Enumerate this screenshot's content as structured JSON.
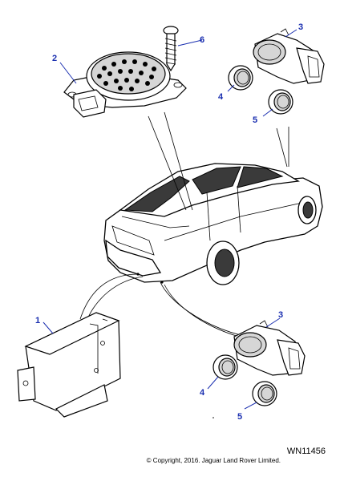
{
  "diagram": {
    "callouts": {
      "c1": "1",
      "c2": "2",
      "c3a": "3",
      "c3b": "3",
      "c4a": "4",
      "c4b": "4",
      "c5a": "5",
      "c5b": "5",
      "c6": "6"
    },
    "colors": {
      "callout": "#1a2fb0",
      "line": "#000000",
      "shade": "#d6d6d6"
    }
  },
  "footer": {
    "reference": "WN11456",
    "copyright": "© Copyright, 2016. Jaguar Land Rover Limited."
  }
}
